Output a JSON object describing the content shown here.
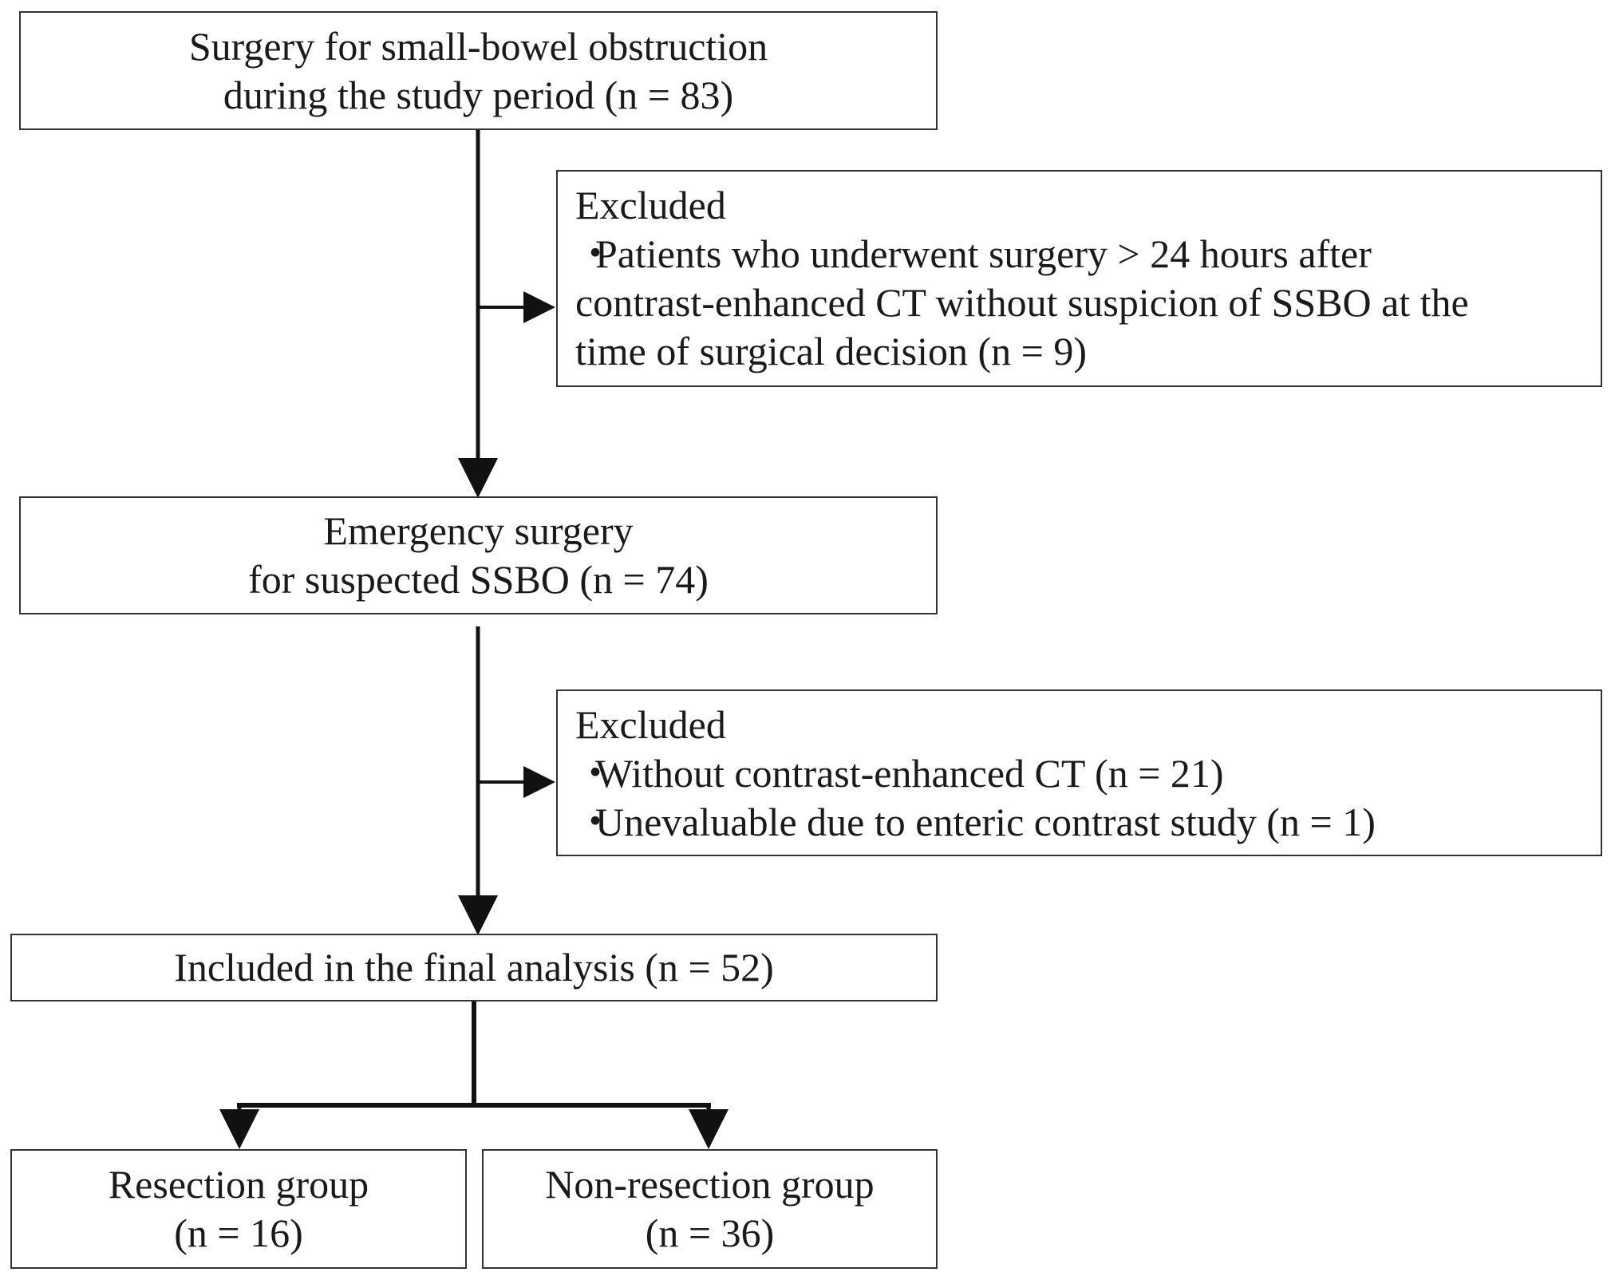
{
  "boxes": {
    "start": {
      "lines": [
        "Surgery for small-bowel obstruction",
        "during the study period (n = 83)"
      ]
    },
    "exclusion_1": {
      "heading": "Excluded",
      "bullet_lines": [
        "Patients who underwent surgery > 24 hours after",
        "contrast-enhanced CT without suspicion of SSBO at the",
        "time of surgical decision (n = 9)"
      ]
    },
    "emergency": {
      "lines": [
        "Emergency surgery",
        "for suspected SSBO (n = 74)"
      ]
    },
    "exclusion_2": {
      "heading": "Excluded",
      "items": [
        "Without contrast-enhanced CT (n = 21)",
        "Unevaluable due to enteric contrast study (n = 1)"
      ]
    },
    "final_analysis": {
      "label": "Included in the final analysis (n = 52)"
    },
    "resection": {
      "lines": [
        "Resection group",
        "(n = 16)"
      ]
    },
    "non_resection": {
      "lines": [
        "Non-resection group",
        "(n = 36)"
      ]
    }
  },
  "bullet_glyph": "・",
  "colors": {
    "line": "#111111",
    "border": "#333333",
    "text": "#1a1a1a"
  }
}
